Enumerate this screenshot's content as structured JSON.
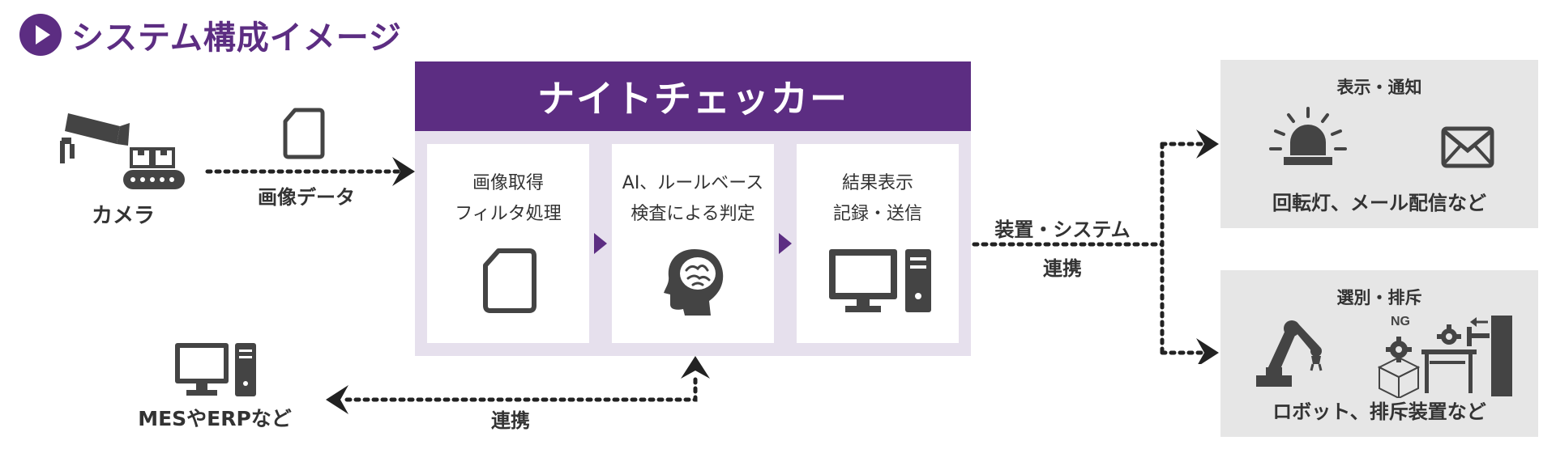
{
  "header": {
    "title": "システム構成イメージ"
  },
  "left": {
    "camera_label": "カメラ",
    "image_data_label": "画像データ",
    "mes_label": "MESやERPなど",
    "link_label": "連携"
  },
  "product": {
    "name": "ナイトチェッカー",
    "steps": [
      {
        "line1": "画像取得",
        "line2": "フィルタ処理",
        "icon": "document-icon"
      },
      {
        "line1": "AI、ルールベース",
        "line2": "検査による判定",
        "icon": "brain-head-icon"
      },
      {
        "line1": "結果表示",
        "line2": "記録・送信",
        "icon": "computer-icon"
      }
    ]
  },
  "integration": {
    "line1": "装置・システム",
    "line2": "連携"
  },
  "outputs": [
    {
      "title": "表示・通知",
      "caption": "回転灯、メール配信など"
    },
    {
      "title": "選別・排斥",
      "caption": "ロボット、排斥装置など",
      "ng_label": "NG"
    }
  ],
  "colors": {
    "accent": "#5c2d82",
    "panel_bg": "#e6e0ed",
    "icon": "#444444",
    "output_bg": "#e6e6e6"
  }
}
